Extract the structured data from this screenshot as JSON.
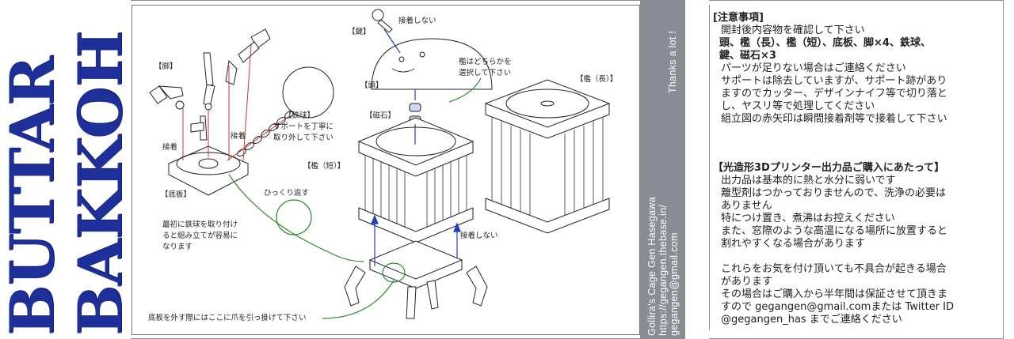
{
  "title": {
    "line1": "BUTTAR",
    "line2": "BAKKOH"
  },
  "diagram": {
    "labels": {
      "key": "【鍵】",
      "no_glue_top": "接着しない",
      "legs": "【脚】",
      "iron_ball": "【鉄球】",
      "support_remove_1": "サポートを丁寧に",
      "support_remove_2": "取り外して下さい",
      "head": "【頭】",
      "cage_choice_1": "檻はどちらかを",
      "cage_choice_2": "選択して下さい",
      "cage_long": "【檻（長）】",
      "magnet": "【磁石】",
      "glue_left": "接着",
      "glue_right": "接着",
      "base": "【底板】",
      "cage_short": "【檻（短）】",
      "flip": "ひっくり返す",
      "tip_1": "最初に鉄球を取り付け",
      "tip_2": "ると組み立てが容易に",
      "tip_3": "なります",
      "no_glue_bottom": "接着しない",
      "remove_base_hint": "底板を外す際にはここに爪を引っ掛けて下さい"
    }
  },
  "credits": {
    "thanks": "Thanks a lot !",
    "line1": "Gollira's Cage  Gen Hasegawa",
    "line2": "https://gegangen.thebase.in/",
    "line3": "gegangen@gmail.com"
  },
  "notes": {
    "section1_title": "[注意事項]",
    "s1_l1": "開封後内容物を確認して下さい",
    "s1_b1": "頭、檻（長）、檻（短）、底板、脚×4、鉄球、",
    "s1_b2": "鍵、磁石×3",
    "s1_l2": "パーツが足りない場合はご連絡ください",
    "s1_l3": "サポートは除去していますが、サポート跡があり",
    "s1_l4": "ますのでカッター、デザインナイフ等で切り落と",
    "s1_l5": "し、ヤスリ等で処理してください",
    "s1_l6": "組立図の赤矢印は瞬間接着剤等で接着して下さい",
    "section2_title": "【光造形3Dプリンター出力品ご購入にあたって】",
    "s2_l1": "出力品は基本的に熱と水分に弱いです",
    "s2_l2": "離型剤はつかっておりませんので、洗浄の必要は",
    "s2_l3": "ありません",
    "s2_l4": "特につけ置き、煮沸はお控えください",
    "s2_l5": "また、窓際のような高温になる場所に放置すると",
    "s2_l6": "割れやすくなる場合があります",
    "s2_l7": "これらをお気を付け頂いても不具合が起きる場合",
    "s2_l8": "があります",
    "s2_l9": "その場合はご購入から半年間は保証させて頂きま",
    "s2_l10": "すので gegangen@gmail.comまたは Twitter ID",
    "s2_l11": "@gegangen_has までご連絡ください"
  }
}
